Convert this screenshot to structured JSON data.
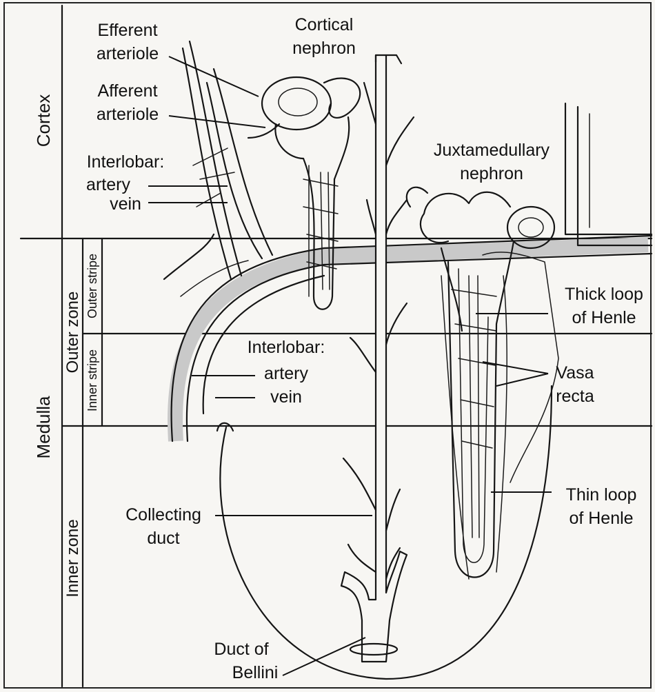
{
  "zones": {
    "cortex": "Cortex",
    "medulla": "Medulla",
    "outer_zone": "Outer zone",
    "inner_zone": "Inner zone",
    "outer_stripe": "Outer stripe",
    "inner_stripe": "Inner stripe"
  },
  "labels": {
    "efferent_arteriole": [
      "Efferent",
      "arteriole"
    ],
    "afferent_arteriole": [
      "Afferent",
      "arteriole"
    ],
    "interlobar_cortex": [
      "Interlobar:",
      "artery",
      "vein"
    ],
    "cortical_nephron": [
      "Cortical",
      "nephron"
    ],
    "juxtamedullary_nephron": [
      "Juxtamedullary",
      "nephron"
    ],
    "thick_loop": [
      "Thick loop",
      "of Henle"
    ],
    "vasa_recta": [
      "Vasa",
      "recta"
    ],
    "interlobar_medulla": [
      "Interlobar:",
      "artery",
      "vein"
    ],
    "thin_loop": [
      "Thin loop",
      "of Henle"
    ],
    "collecting_duct": [
      "Collecting",
      "duct"
    ],
    "duct_of_bellini": [
      "Duct of",
      "Bellini"
    ]
  },
  "colors": {
    "ink": "#111111",
    "paper": "#f7f6f3",
    "vessel_fill": "#d6d6d6"
  }
}
